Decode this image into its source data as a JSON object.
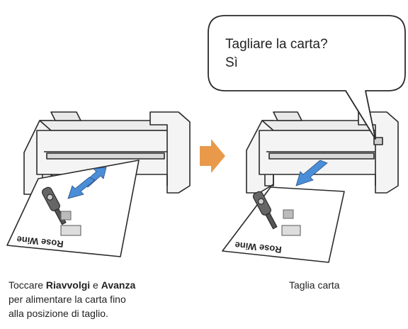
{
  "bubble": {
    "line1": "Tagliare la carta?",
    "line2": "Sì"
  },
  "sheet_label": "Rose Wine",
  "caption_left": {
    "part1": "Toccare ",
    "bold1": "Riavvolgi",
    "part2": " e ",
    "bold2": "Avanza",
    "part3": "per alimentare la carta fino",
    "part4": "alla posizione di taglio."
  },
  "caption_right": "Taglia carta",
  "colors": {
    "arrow_blue": "#4a8ed8",
    "step_arrow": "#e89a4a",
    "outline": "#2a2a2a",
    "printer_gray": "#f4f4f4"
  }
}
